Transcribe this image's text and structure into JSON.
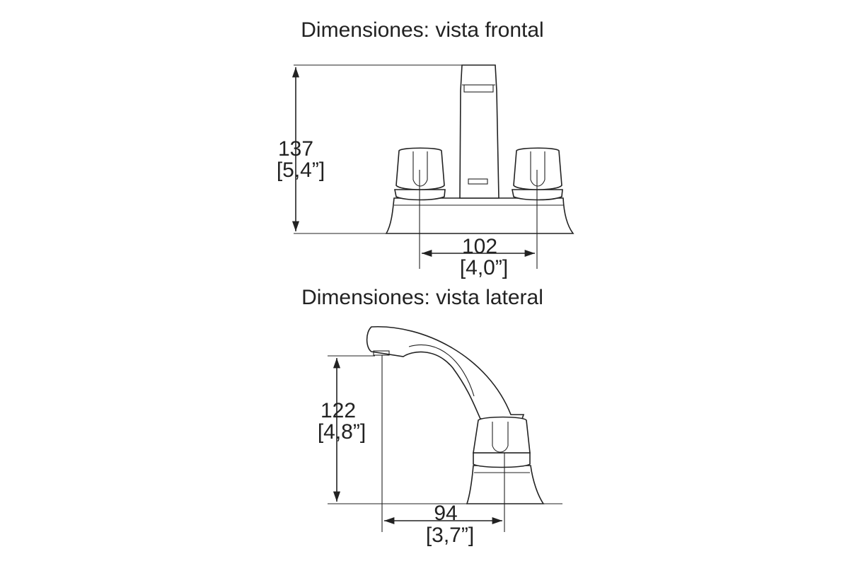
{
  "front_view": {
    "title": "Dimensiones: vista frontal",
    "height_mm": "137",
    "height_in": "[5,4”]",
    "spacing_mm": "102",
    "spacing_in": "[4,0”]"
  },
  "side_view": {
    "title": "Dimensiones: vista lateral",
    "height_mm": "122",
    "height_in": "[4,8”]",
    "reach_mm": "94",
    "reach_in": "[3,7”]"
  },
  "colors": {
    "line": "#222222",
    "background": "#ffffff"
  },
  "icons": {
    "arrowhead": "dimension-arrow"
  }
}
